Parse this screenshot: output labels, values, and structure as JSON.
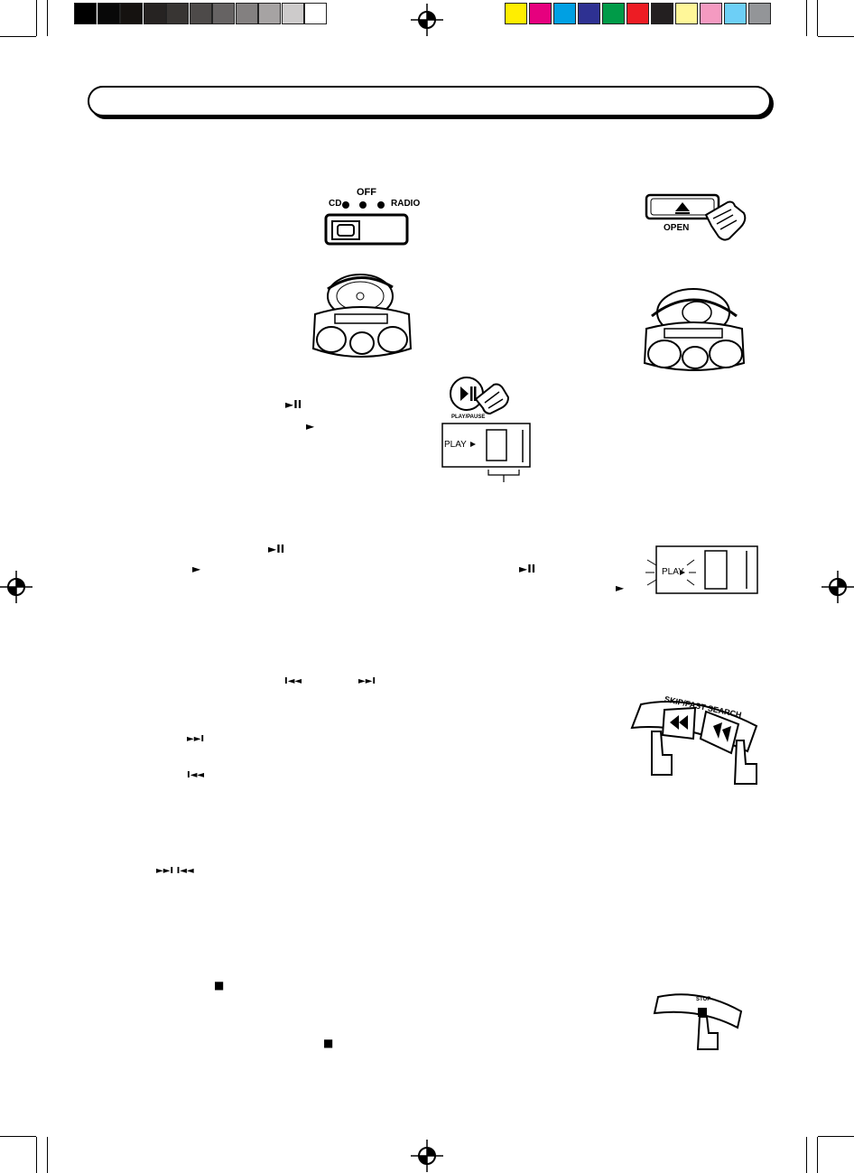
{
  "color_bar": {
    "grays": [
      "#000000",
      "#080808",
      "#151210",
      "#262322",
      "#383533",
      "#4d4a49",
      "#666363",
      "#838080",
      "#a6a3a3",
      "#cdcbcb",
      "#ffffff"
    ],
    "colors": [
      "#ffee00",
      "#e6007e",
      "#00a0e3",
      "#2e3192",
      "#009b48",
      "#ed1c24",
      "#231f20",
      "#fff799",
      "#f49ac1",
      "#6dcff6",
      "#939598"
    ]
  },
  "selector": {
    "off": "OFF",
    "cd": "CD",
    "radio": "RADIO"
  },
  "open_button": {
    "label": "OPEN"
  },
  "play_pause": {
    "label": "PLAY/PAUSE"
  },
  "display": {
    "play_text": "PLAY"
  },
  "skip": {
    "label": "SKIP/FAST SEARCH"
  },
  "stop": {
    "label": "STOP"
  },
  "glyphs": {
    "play_pause": "►II",
    "play": "►",
    "prev": "I◄◄",
    "next": "►►I",
    "stop": "■",
    "next_prev": "►►I  I◄◄"
  }
}
